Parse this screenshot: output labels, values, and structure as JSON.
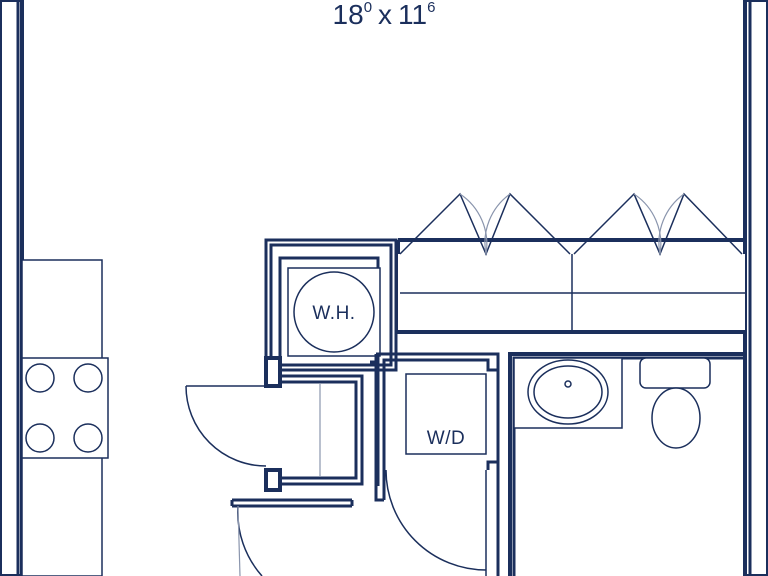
{
  "room_dimension": {
    "main": "18",
    "feet_sup": "0",
    "separator": "x",
    "inches_main": "11",
    "inches_sup": "6"
  },
  "labels": {
    "water_heater": "W.H.",
    "washer_dryer": "W/D"
  },
  "colors": {
    "wall": "#1b2f5c",
    "background": "#ffffff"
  }
}
